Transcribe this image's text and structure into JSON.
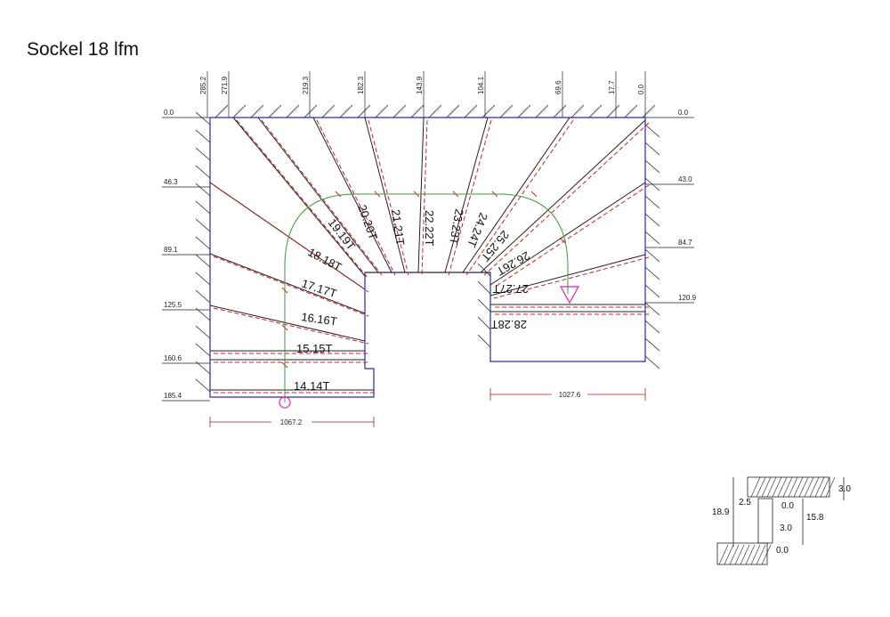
{
  "title": "Sockel 18 lfm",
  "colors": {
    "outline": "#2b2bb0",
    "line": "#222222",
    "red_dash": "#d02020",
    "walkline": "#3a9a3a",
    "marker": "#e0209a",
    "dim_line": "#b02020"
  },
  "top_dims": [
    "285.2",
    "271.9",
    "219.3",
    "182.3",
    "143.9",
    "104.1",
    "69.6",
    "17.7",
    "0.0"
  ],
  "left_dims": [
    "0.0",
    "46.3",
    "89.1",
    "125.5",
    "160.6",
    "185.4"
  ],
  "right_dims": [
    "0.0",
    "43.0",
    "84.7",
    "120.9"
  ],
  "bottom_dims": [
    "1067.2",
    "1027.6"
  ],
  "steps": [
    "14.14T",
    "15.15T",
    "16.16T",
    "17.17T",
    "18.18T",
    "19.19T",
    "20.20T",
    "21.21T",
    "22.22T",
    "23.23T",
    "24.24T",
    "25.25T",
    "26.26T",
    "27.27T",
    "28.28T"
  ],
  "detail_dims": [
    "18.9",
    "2.5",
    "0.0",
    "3.0",
    "15.8",
    "3.0",
    "0.0"
  ]
}
